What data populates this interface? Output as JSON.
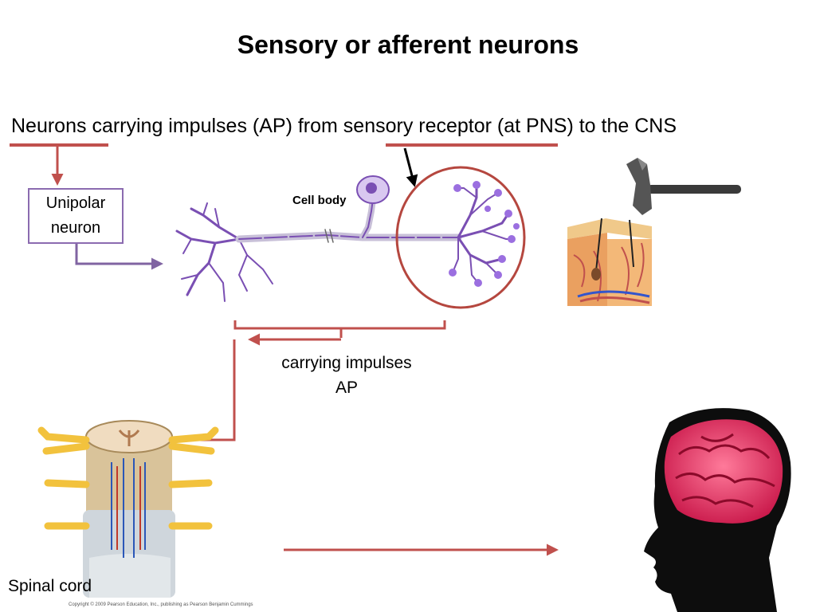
{
  "title": "Sensory or afferent neurons",
  "subtitle": "Neurons carrying impulses (AP) from sensory receptor (at PNS) to the CNS",
  "box_label": {
    "line1": "Unipolar",
    "line2": "neuron"
  },
  "cell_body_label": "Cell body",
  "carry_label": {
    "line1": "carrying impulses",
    "line2": "AP"
  },
  "spinal_cord_label": "Spinal cord",
  "copyright_text": "Copyright © 2009 Pearson Education, Inc., publishing as Pearson Benjamin Cummings",
  "colors": {
    "arrow_red": "#c0504d",
    "arrow_purple": "#8064a2",
    "neuron": "#7a4fb3",
    "circle": "#b5473f"
  }
}
